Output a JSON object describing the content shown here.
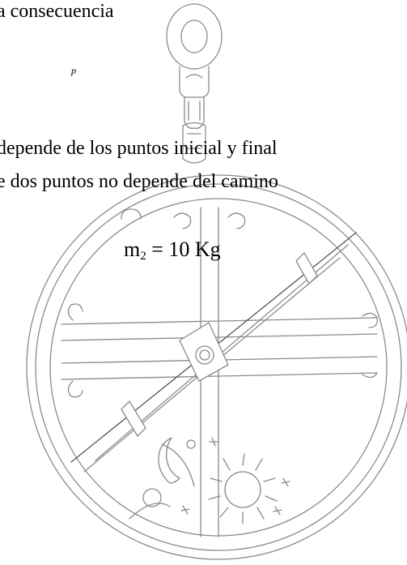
{
  "document": {
    "line_1": "a consecuencia",
    "line_2": "p",
    "line_3": "depende de los puntos inicial y final",
    "line_4": "e dos puntos no depende del camino",
    "mass": {
      "m": "m",
      "subscript": "2",
      "rest": " = 10 Kg"
    }
  }
}
